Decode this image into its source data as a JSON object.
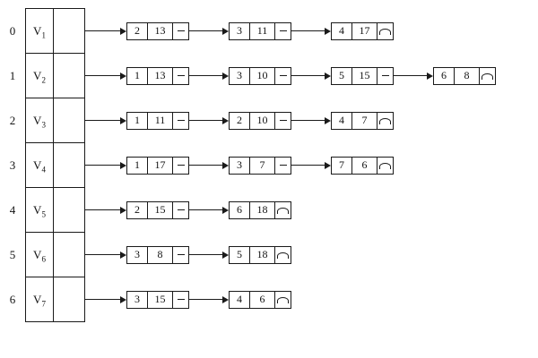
{
  "diagram": {
    "kind": "adjacency-list",
    "null_symbol": "arc-ground",
    "colors": {
      "line": "#1a1a1a",
      "background": "#ffffff",
      "text": "#111111"
    },
    "rows": [
      {
        "index": "0",
        "vertex_base": "V",
        "vertex_sub": "1",
        "nodes": [
          {
            "target": "2",
            "weight": "13"
          },
          {
            "target": "3",
            "weight": "11"
          },
          {
            "target": "4",
            "weight": "17"
          }
        ]
      },
      {
        "index": "1",
        "vertex_base": "V",
        "vertex_sub": "2",
        "nodes": [
          {
            "target": "1",
            "weight": "13"
          },
          {
            "target": "3",
            "weight": "10"
          },
          {
            "target": "5",
            "weight": "15"
          },
          {
            "target": "6",
            "weight": "8"
          }
        ]
      },
      {
        "index": "2",
        "vertex_base": "V",
        "vertex_sub": "3",
        "nodes": [
          {
            "target": "1",
            "weight": "11"
          },
          {
            "target": "2",
            "weight": "10"
          },
          {
            "target": "4",
            "weight": "7"
          }
        ]
      },
      {
        "index": "3",
        "vertex_base": "V",
        "vertex_sub": "4",
        "nodes": [
          {
            "target": "1",
            "weight": "17"
          },
          {
            "target": "3",
            "weight": "7"
          },
          {
            "target": "7",
            "weight": "6"
          }
        ]
      },
      {
        "index": "4",
        "vertex_base": "V",
        "vertex_sub": "5",
        "nodes": [
          {
            "target": "2",
            "weight": "15"
          },
          {
            "target": "6",
            "weight": "18"
          }
        ]
      },
      {
        "index": "5",
        "vertex_base": "V",
        "vertex_sub": "6",
        "nodes": [
          {
            "target": "3",
            "weight": "8"
          },
          {
            "target": "5",
            "weight": "18"
          }
        ]
      },
      {
        "index": "6",
        "vertex_base": "V",
        "vertex_sub": "7",
        "nodes": [
          {
            "target": "3",
            "weight": "15"
          },
          {
            "target": "4",
            "weight": "6"
          }
        ]
      }
    ]
  }
}
